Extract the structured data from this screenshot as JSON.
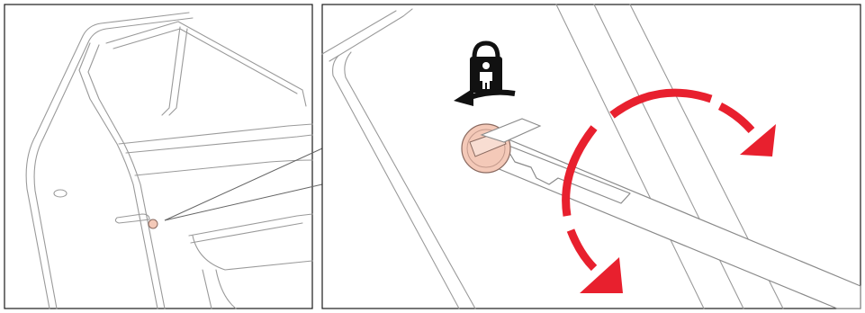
{
  "figure": {
    "left_panel": {
      "subject": "rear-door-exterior",
      "highlight": "child-lock-slot"
    },
    "right_panel": {
      "subject": "child-lock-detail-with-key"
    },
    "icons": {
      "lock": "child-lock-icon",
      "direction_arrow": "turn-left-arrow",
      "rotation_arrows": "rotate-key-arrows"
    },
    "colors": {
      "line": "#9a9a9a",
      "frame": "#1a1a1a",
      "accent_red": "#e8202e",
      "lock_knob": "#f4c9b8",
      "icon": "#111111"
    }
  }
}
